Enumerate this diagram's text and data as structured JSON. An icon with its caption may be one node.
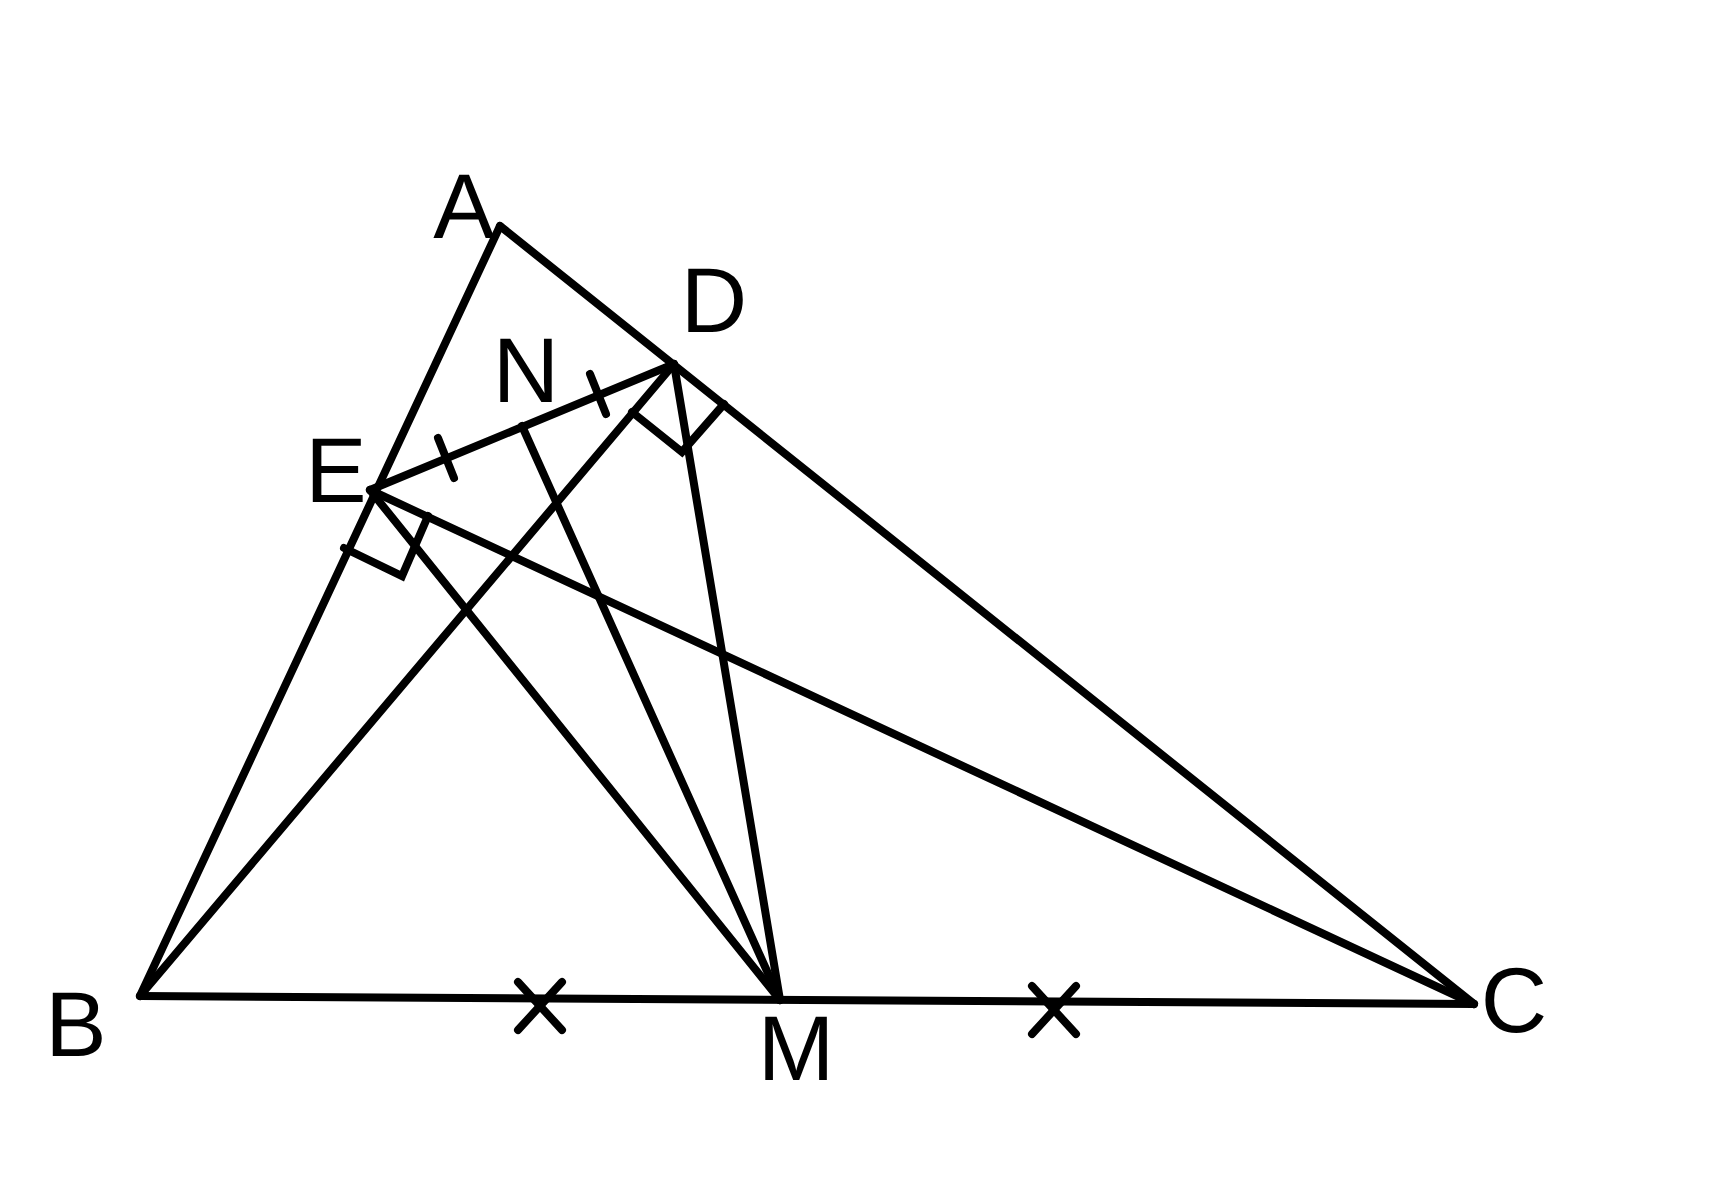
{
  "diagram": {
    "labels": [
      "A",
      "D",
      "N",
      "E",
      "B",
      "M",
      "C"
    ]
  }
}
